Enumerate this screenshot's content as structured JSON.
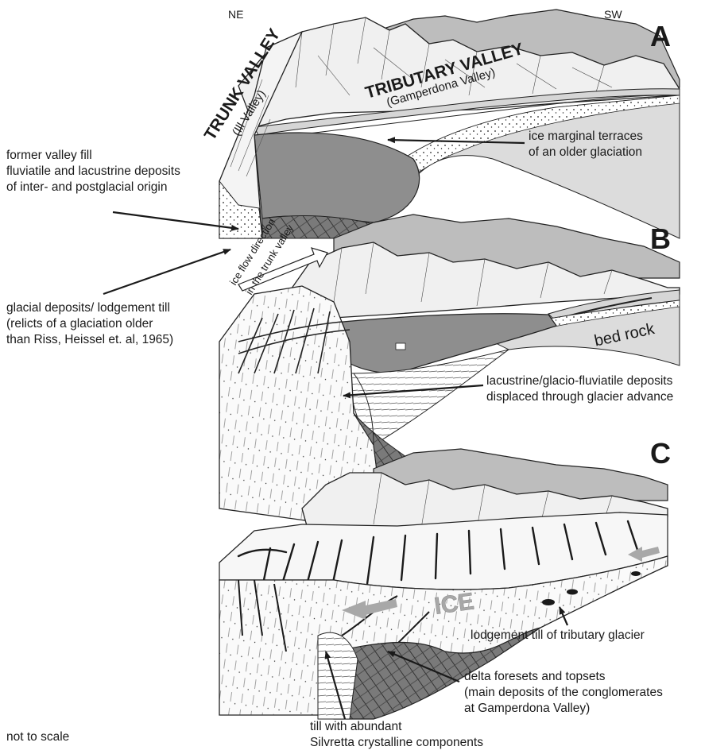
{
  "orientation": {
    "left": "NE",
    "right": "SW"
  },
  "panels": [
    "A",
    "B",
    "C"
  ],
  "valleys": {
    "trunk": "TRUNK VALLEY",
    "trunk_sub": "(Ill Valley)",
    "tributary": "TRIBUTARY VALLEY",
    "tributary_sub": "(Gamperdona Valley)"
  },
  "ice_flow": {
    "line1": "ice flow direction",
    "line2": "in the trunk valley"
  },
  "ice_word": "ICE",
  "bedrock": "bed rock",
  "labels": {
    "terraces": [
      "ice marginal terraces",
      "of an older glaciation"
    ],
    "valley_fill": [
      "former valley fill",
      "fluviatile and lacustrine deposits",
      "of inter- and postglacial origin"
    ],
    "glacial_deposits": [
      "glacial deposits/ lodgement till",
      "(relicts of a glaciation older",
      "than Riss, Heissel et. al, 1965)"
    ],
    "lacustrine": [
      "lacustrine/glacio-fluviatile deposits",
      "displaced through glacier advance"
    ],
    "lodgement": [
      "lodgement till of tributary glacier"
    ],
    "delta": [
      "delta foresets and topsets",
      "(main deposits of the conglomerates",
      "at Gamperdona Valley)"
    ],
    "till": [
      "till with abundant",
      "Silvretta crystalline components"
    ]
  },
  "scale_note": "not to scale",
  "colors": {
    "ink": "#1a1a1a",
    "mountain": "#f0f0f0",
    "mountain_back": "#bdbdbd",
    "lake": "#8e8e8e",
    "shade": "#d6d6d6",
    "ice_arrow": "#a8a8a8"
  }
}
